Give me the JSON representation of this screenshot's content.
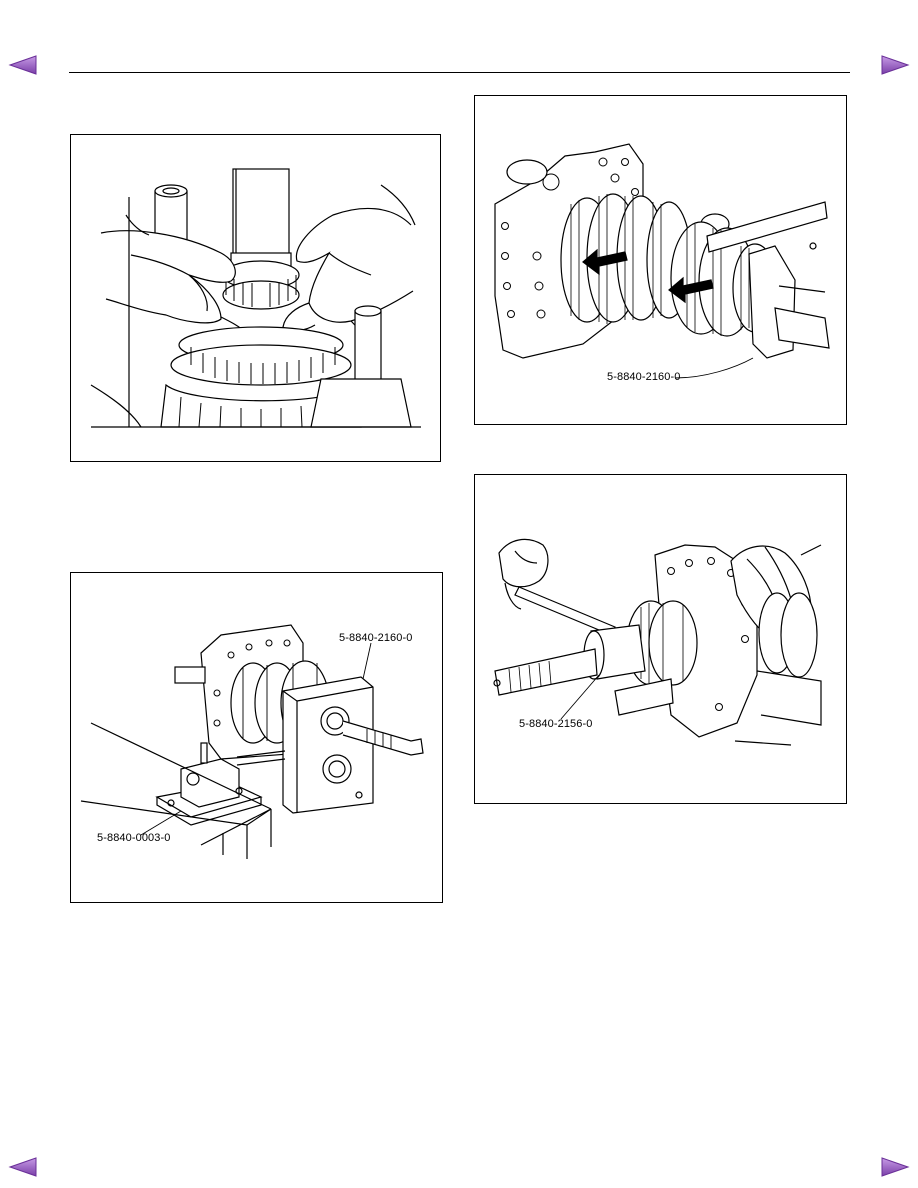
{
  "navigation": {
    "previous_icon": "left-triangle-arrow",
    "next_icon": "right-triangle-arrow",
    "arrow_color": "#9a5cc4"
  },
  "figures": [
    {
      "id": "fig-1",
      "callouts": []
    },
    {
      "id": "fig-2",
      "callouts": [
        "5-8840-2160-0",
        "5-8840-0003-0"
      ]
    },
    {
      "id": "fig-3",
      "callouts": [
        "5-8840-2160-0"
      ]
    },
    {
      "id": "fig-4",
      "callouts": [
        "5-8840-2156-0"
      ]
    }
  ]
}
